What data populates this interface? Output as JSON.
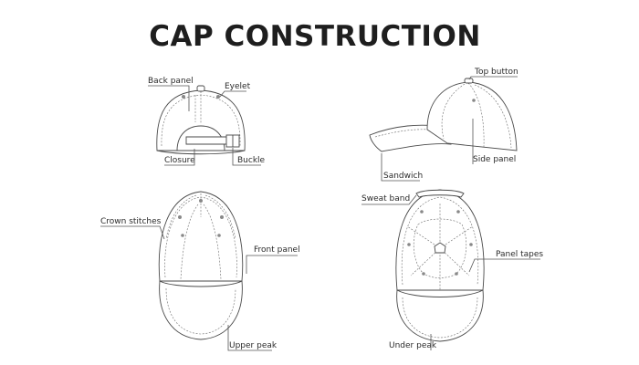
{
  "title": "CAP CONSTRUCTION",
  "colors": {
    "text": "#1e1e1e",
    "outline": "#4a4a4a",
    "stitch": "#6a6a6a",
    "background": "#ffffff"
  },
  "views": {
    "back": {
      "labels": {
        "back_panel": "Back panel",
        "eyelet": "Eyelet",
        "closure": "Closure",
        "buckle": "Buckle"
      }
    },
    "side": {
      "labels": {
        "top_button": "Top button",
        "side_panel": "Side panel",
        "sandwich": "Sandwich"
      }
    },
    "top": {
      "labels": {
        "crown_stitches": "Crown stitches",
        "front_panel": "Front panel",
        "upper_peak": "Upper peak"
      }
    },
    "underside": {
      "labels": {
        "sweat_band": "Sweat band",
        "panel_tapes": "Panel tapes",
        "under_peak": "Under peak"
      }
    }
  }
}
